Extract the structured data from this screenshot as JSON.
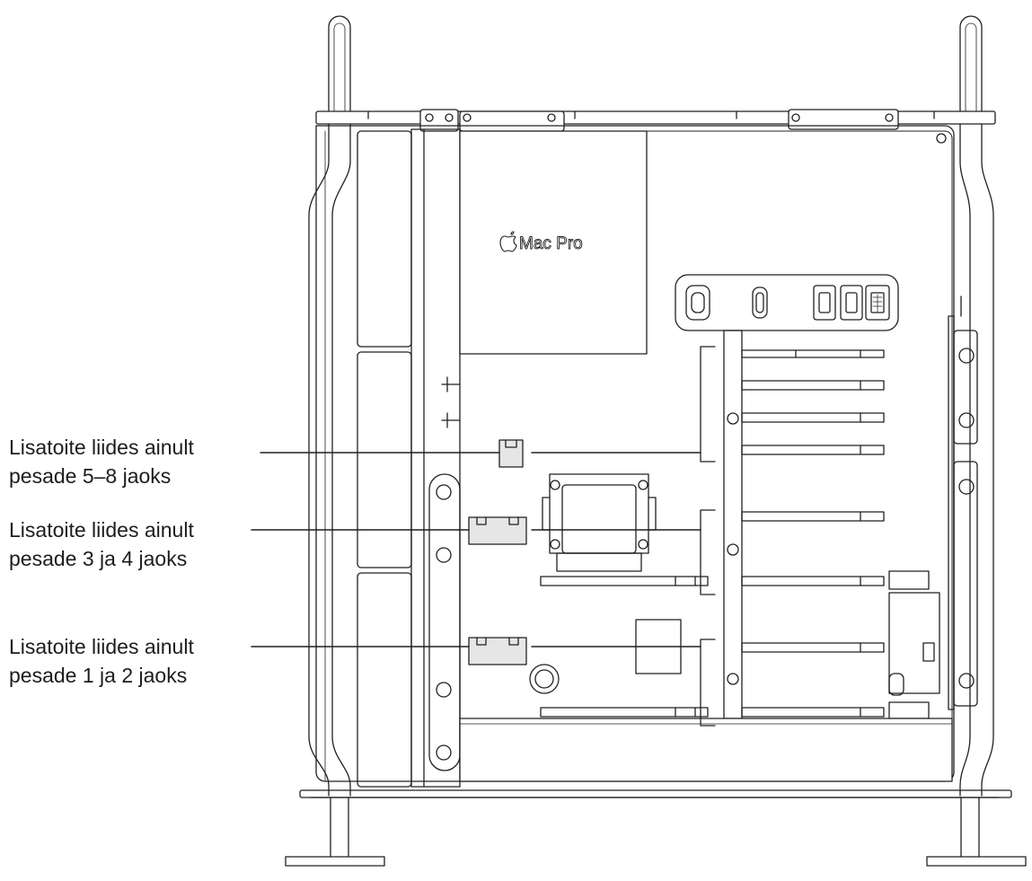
{
  "brand": {
    "logo_icon": "apple-logo-icon",
    "product_name": "Mac Pro"
  },
  "callouts": [
    {
      "line1": "Lisatoite liides ainult",
      "line2": "pesade 5–8 jaoks"
    },
    {
      "line1": "Lisatoite liides ainult",
      "line2": "pesade 3 ja 4 jaoks"
    },
    {
      "line1": "Lisatoite liides ainult",
      "line2": "pesade 1 ja 2 jaoks"
    }
  ],
  "colors": {
    "stroke": "#231f20",
    "connector_fill": "#e6e6e6",
    "background": "#ffffff"
  }
}
